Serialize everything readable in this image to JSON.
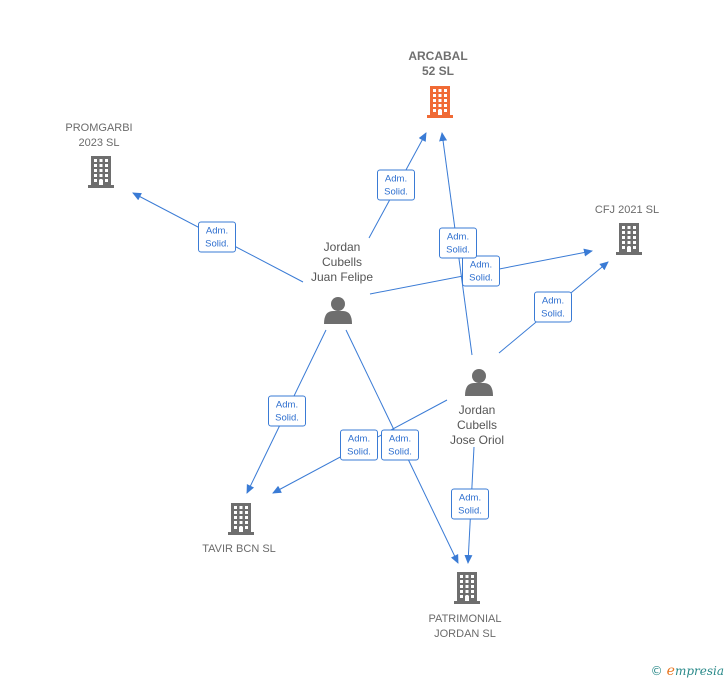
{
  "colors": {
    "edge": "#3a7bd5",
    "company": "#6e6e6e",
    "company_highlight": "#f06a35",
    "person": "#6e6e6e"
  },
  "nodes": {
    "arcabal": {
      "label": "ARCABAL\n52  SL",
      "icon": "building-icon",
      "highlight": true
    },
    "promgarbi": {
      "label": "PROMGARBI\n2023  SL",
      "icon": "building-icon"
    },
    "cfj": {
      "label": "CFJ 2021  SL",
      "icon": "building-icon"
    },
    "tavir": {
      "label": "TAVIR BCN  SL",
      "icon": "building-icon"
    },
    "patrimonial": {
      "label": "PATRIMONIAL\nJORDAN  SL",
      "icon": "building-icon"
    },
    "juan_felipe": {
      "label": "Jordan\nCubells\nJuan Felipe",
      "icon": "person-icon"
    },
    "jose_oriol": {
      "label": "Jordan\nCubells\nJose Oriol",
      "icon": "person-icon"
    }
  },
  "edges": [
    {
      "from": "juan_felipe",
      "to": "promgarbi",
      "label": "Adm.\nSolid."
    },
    {
      "from": "juan_felipe",
      "to": "arcabal",
      "label": "Adm.\nSolid."
    },
    {
      "from": "juan_felipe",
      "to": "cfj",
      "label": "Adm.\nSolid."
    },
    {
      "from": "juan_felipe",
      "to": "tavir",
      "label": "Adm.\nSolid."
    },
    {
      "from": "juan_felipe",
      "to": "patrimonial",
      "label": "Adm.\nSolid."
    },
    {
      "from": "jose_oriol",
      "to": "arcabal",
      "label": "Adm.\nSolid."
    },
    {
      "from": "jose_oriol",
      "to": "cfj",
      "label": "Adm.\nSolid."
    },
    {
      "from": "jose_oriol",
      "to": "tavir",
      "label": "Adm.\nSolid."
    },
    {
      "from": "jose_oriol",
      "to": "patrimonial",
      "label": "Adm.\nSolid."
    }
  ],
  "watermark": {
    "symbol": "©",
    "brand_initial": "e",
    "brand_rest": "mpresia"
  }
}
